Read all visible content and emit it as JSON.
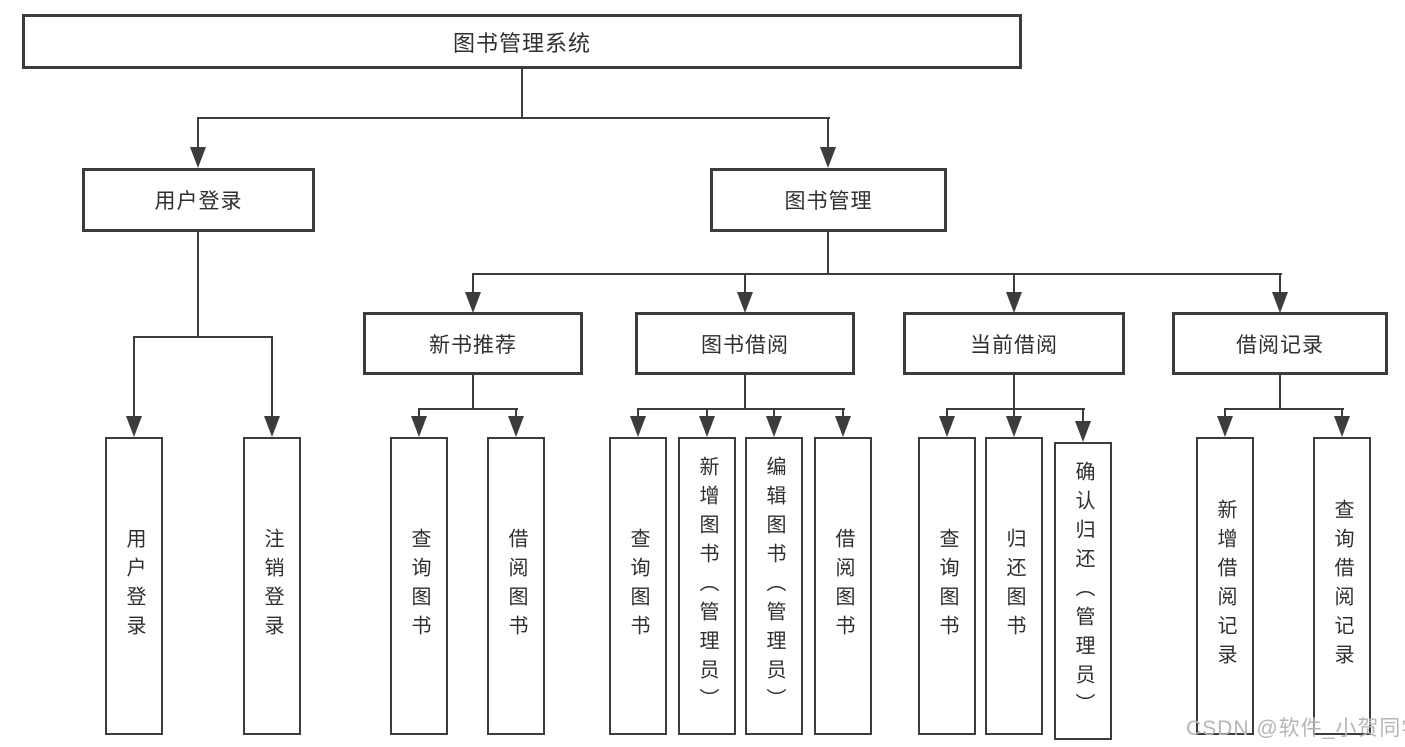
{
  "diagram": {
    "root_label": "图书管理系统",
    "branches": {
      "user_login": {
        "label": "用户登录",
        "children": [
          {
            "label": "用户登录"
          },
          {
            "label": "注销登录"
          }
        ]
      },
      "book_mgmt": {
        "label": "图书管理",
        "sections": [
          {
            "label": "新书推荐",
            "children": [
              {
                "label": "查询图书"
              },
              {
                "label": "借阅图书"
              }
            ]
          },
          {
            "label": "图书借阅",
            "children": [
              {
                "label": "查询图书"
              },
              {
                "label": "新增图书（管理员）"
              },
              {
                "label": "编辑图书（管理员）"
              },
              {
                "label": "借阅图书"
              }
            ]
          },
          {
            "label": "当前借阅",
            "children": [
              {
                "label": "查询图书"
              },
              {
                "label": "归还图书"
              },
              {
                "label": "确认归还（管理员）"
              }
            ]
          },
          {
            "label": "借阅记录",
            "children": [
              {
                "label": "新增借阅记录"
              },
              {
                "label": "查询借阅记录"
              }
            ]
          }
        ]
      }
    }
  },
  "watermark": {
    "text": "CSDN @软件_小贺同学"
  },
  "colors": {
    "line": "#3c3c3c",
    "text": "#2f2f2f",
    "watermark": "#b6b6b6",
    "background": "#ffffff"
  }
}
